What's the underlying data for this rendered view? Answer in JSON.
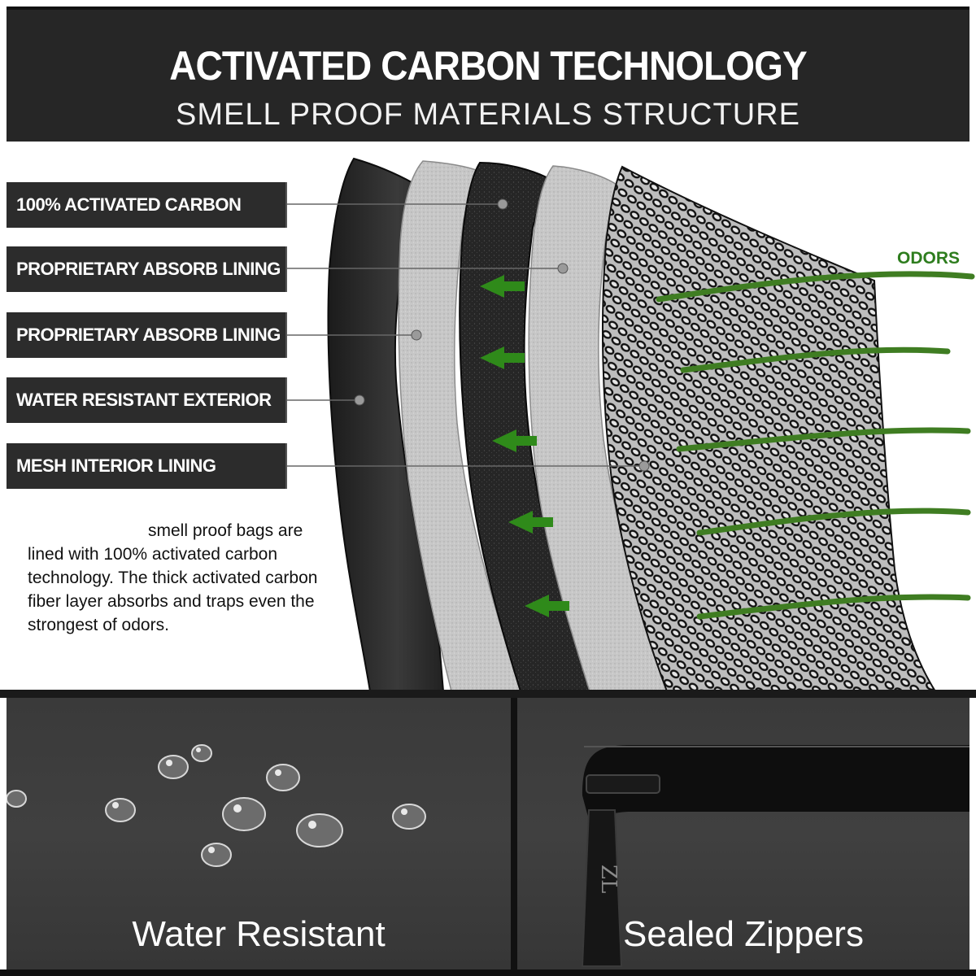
{
  "header": {
    "title": "ACTIVATED CARBON TECHNOLOGY",
    "subtitle": "SMELL PROOF MATERIALS STRUCTURE"
  },
  "layers": [
    {
      "label": "100% ACTIVATED CARBON"
    },
    {
      "label": "PROPRIETARY ABSORB LINING"
    },
    {
      "label": "PROPRIETARY ABSORB LINING"
    },
    {
      "label": "WATER RESISTANT EXTERIOR"
    },
    {
      "label": "MESH INTERIOR LINING"
    }
  ],
  "description": "smell proof bags are lined with 100% activated carbon technology. The thick activated carbon fiber layer absorbs and traps even the strongest of odors.",
  "odors_label": "ODORS",
  "panels": {
    "left_caption": "Water Resistant",
    "right_caption": "Sealed Zippers"
  },
  "colors": {
    "header_bg": "#262626",
    "label_bg": "#2c2c2c",
    "odor_green": "#2e7d1e"
  }
}
